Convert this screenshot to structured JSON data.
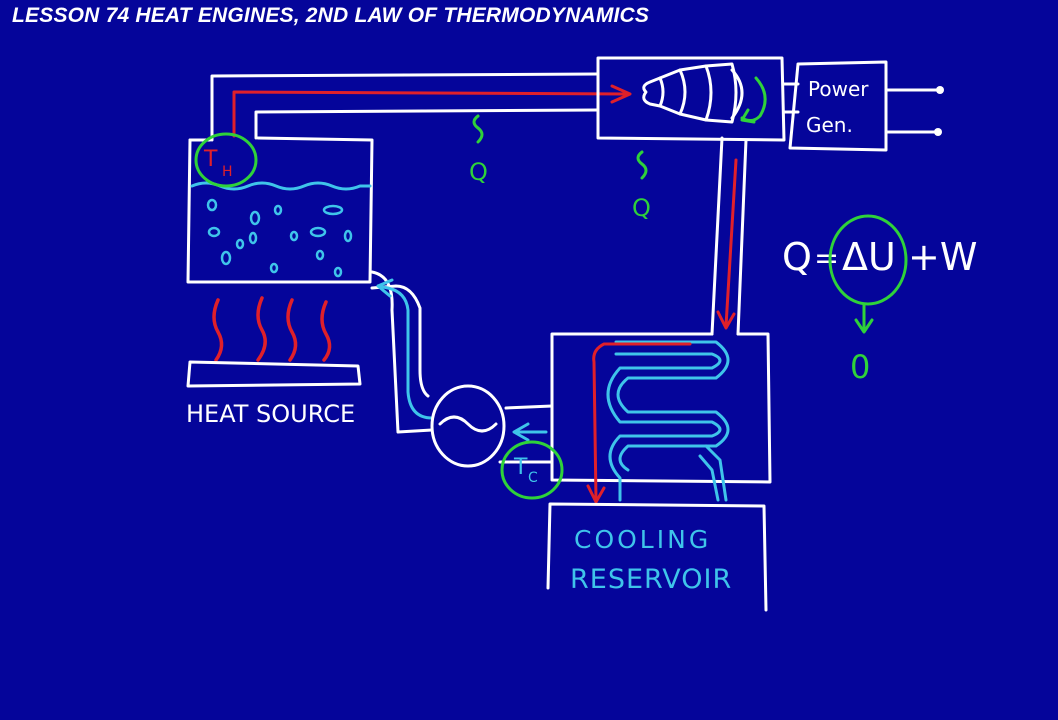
{
  "title": "LESSON 74  HEAT ENGINES, 2ND LAW OF THERMODYNAMICS",
  "labels": {
    "heat_source": "HEAT SOURCE",
    "power_gen_line1": "Power",
    "power_gen_line2": "Gen.",
    "cooling_line1": "COOLING",
    "cooling_line2": "RESERVOIR",
    "t_hot_main": "T",
    "t_hot_sub": "H",
    "t_cold_main": "T",
    "t_cold_sub": "C",
    "q_left": "Q",
    "q_right": "Q",
    "eq_q": "Q",
    "eq_equals": "=",
    "eq_delta_u": "ΔU",
    "eq_plus_w": "+W",
    "eq_zero": "0"
  },
  "colors": {
    "background": "#05059a",
    "line": "#ffffff",
    "hot_flow": "#e0202a",
    "cold_flow": "#3fc4ea",
    "annotation": "#2fd23a"
  }
}
